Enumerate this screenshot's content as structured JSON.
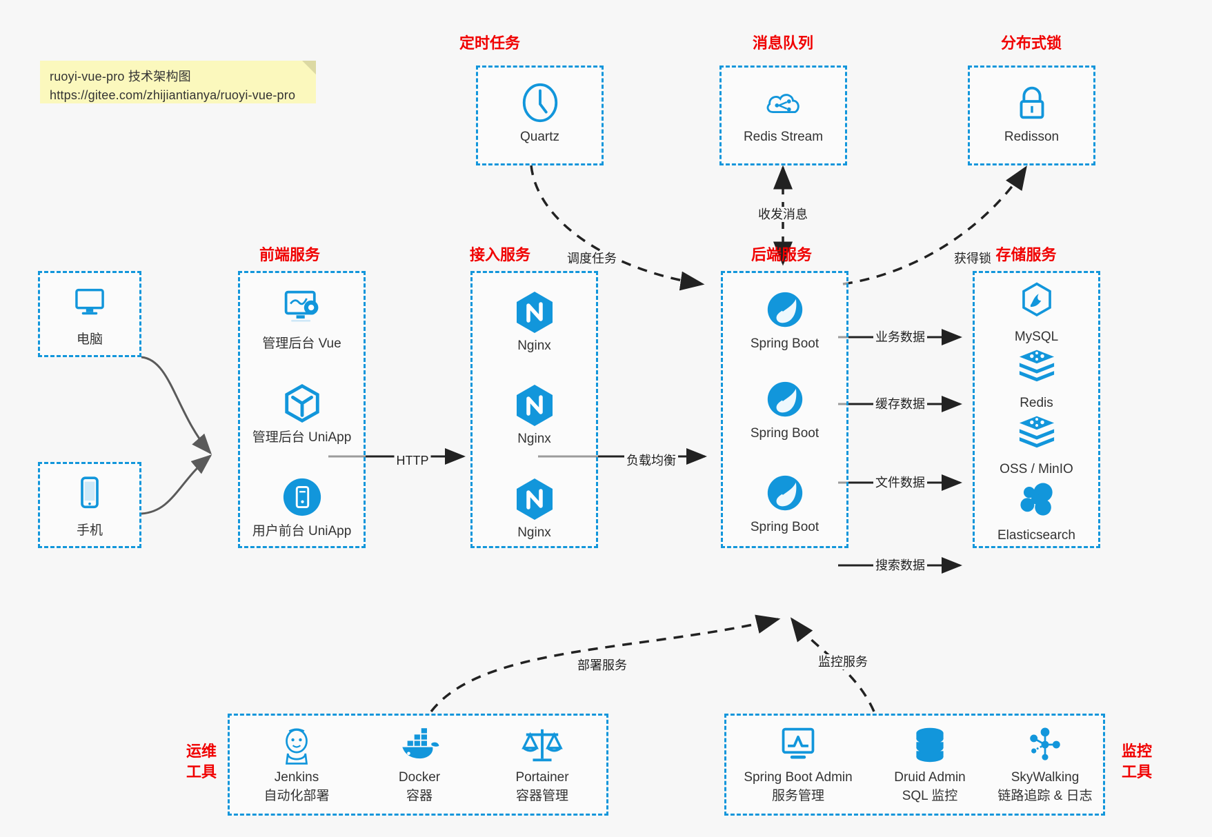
{
  "note": {
    "line1": "ruoyi-vue-pro 技术架构图",
    "line2": "https://gitee.com/zhijiantianya/ruoyi-vue-pro"
  },
  "colors": {
    "group_border": "#1296db",
    "group_title": "#f00000",
    "icon_blue": "#1296db",
    "background": "#f7f7f7",
    "note_bg": "#fbf8bd",
    "arrow_solid": "#222222",
    "arrow_gray": "#5a5a5a"
  },
  "groups": {
    "scheduled_task": {
      "title": "定时任务",
      "nodes": [
        {
          "label": "Quartz",
          "icon": "clock-icon"
        }
      ]
    },
    "message_queue": {
      "title": "消息队列",
      "nodes": [
        {
          "label": "Redis Stream",
          "icon": "cloud-stream-icon"
        }
      ]
    },
    "distributed_lock": {
      "title": "分布式锁",
      "nodes": [
        {
          "label": "Redisson",
          "icon": "lock-icon"
        }
      ]
    },
    "client_pc": {
      "title": "",
      "nodes": [
        {
          "label": "电脑",
          "icon": "monitor-icon"
        }
      ]
    },
    "client_mobile": {
      "title": "",
      "nodes": [
        {
          "label": "手机",
          "icon": "phone-icon"
        }
      ]
    },
    "frontend": {
      "title": "前端服务",
      "nodes": [
        {
          "label": "管理后台 Vue",
          "icon": "dashboard-gear-icon"
        },
        {
          "label": "管理后台 UniApp",
          "icon": "cube-icon"
        },
        {
          "label": "用户前台 UniApp",
          "icon": "mobile-circle-icon"
        }
      ]
    },
    "gateway": {
      "title": "接入服务",
      "nodes": [
        {
          "label": "Nginx",
          "icon": "nginx-icon"
        },
        {
          "label": "Nginx",
          "icon": "nginx-icon"
        },
        {
          "label": "Nginx",
          "icon": "nginx-icon"
        }
      ]
    },
    "backend": {
      "title": "后端服务",
      "nodes": [
        {
          "label": "Spring Boot",
          "icon": "spring-icon"
        },
        {
          "label": "Spring Boot",
          "icon": "spring-icon"
        },
        {
          "label": "Spring Boot",
          "icon": "spring-icon"
        }
      ]
    },
    "storage": {
      "title": "存储服务",
      "nodes": [
        {
          "label": "MySQL",
          "icon": "mysql-icon"
        },
        {
          "label": "Redis",
          "icon": "redis-icon"
        },
        {
          "label": "OSS / MinIO",
          "icon": "oss-icon"
        },
        {
          "label": "Elasticsearch",
          "icon": "elasticsearch-icon"
        }
      ]
    },
    "devops": {
      "title": "运维\n工具",
      "title_line1": "运维",
      "title_line2": "工具",
      "nodes": [
        {
          "label": "Jenkins",
          "sublabel": "自动化部署",
          "icon": "jenkins-icon"
        },
        {
          "label": "Docker",
          "sublabel": "容器",
          "icon": "docker-icon"
        },
        {
          "label": "Portainer",
          "sublabel": "容器管理",
          "icon": "scales-icon"
        }
      ]
    },
    "monitoring": {
      "title_line1": "监控",
      "title_line2": "工具",
      "nodes": [
        {
          "label": "Spring Boot Admin",
          "sublabel": "服务管理",
          "icon": "monitor-chart-icon"
        },
        {
          "label": "Druid Admin",
          "sublabel": "SQL 监控",
          "icon": "database-icon"
        },
        {
          "label": "SkyWalking",
          "sublabel": "链路追踪 & 日志",
          "icon": "skywalking-icon"
        }
      ]
    }
  },
  "edges": [
    {
      "id": "schedule-task",
      "label": "调度任务"
    },
    {
      "id": "send-receive-message",
      "label": "收发消息"
    },
    {
      "id": "acquire-lock",
      "label": "获得锁"
    },
    {
      "id": "http",
      "label": "HTTP"
    },
    {
      "id": "load-balance",
      "label": "负载均衡"
    },
    {
      "id": "business-data",
      "label": "业务数据"
    },
    {
      "id": "cache-data",
      "label": "缓存数据"
    },
    {
      "id": "file-data",
      "label": "文件数据"
    },
    {
      "id": "search-data",
      "label": "搜索数据"
    },
    {
      "id": "deploy-service",
      "label": "部署服务"
    },
    {
      "id": "monitor-service",
      "label": "监控服务"
    }
  ]
}
